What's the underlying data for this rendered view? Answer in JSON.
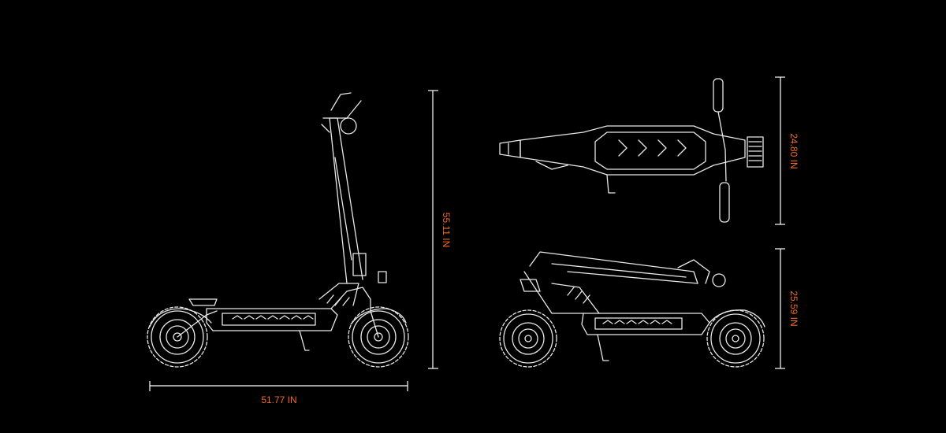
{
  "colors": {
    "background": "#000000",
    "line_art": "#e8e8e8",
    "dimension_line": "#ffffff",
    "dimension_text": "#f26a21"
  },
  "dimensions": {
    "length": "51.77 IN",
    "height": "55.11 IN",
    "width": "24.80 IN",
    "folded_height": "25.59 IN"
  },
  "views": {
    "side_unfolded": "side-view-scooter",
    "top_folded": "top-view-scooter",
    "side_folded": "folded-side-view-scooter"
  }
}
